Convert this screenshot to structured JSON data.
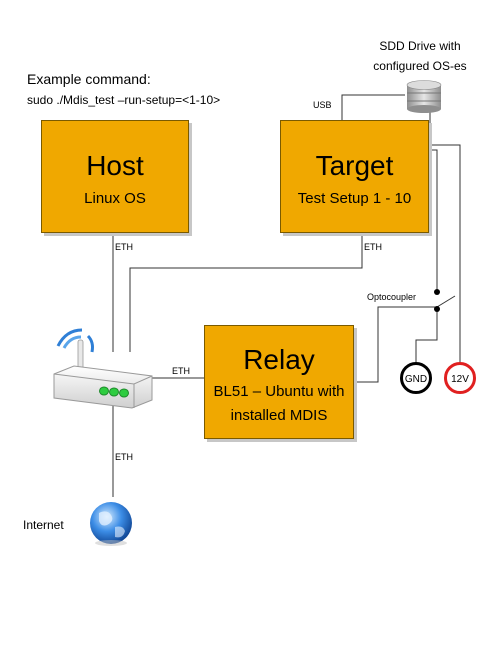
{
  "command": {
    "heading": "Example command:",
    "text": "sudo ./Mdis_test –run-setup=<1-10>"
  },
  "host": {
    "title": "Host",
    "subtitle": "Linux OS"
  },
  "target": {
    "title": "Target",
    "subtitle": "Test Setup 1 - 10"
  },
  "relay": {
    "title": "Relay",
    "line1": "BL51 – Ubuntu with",
    "line2": "installed MDIS"
  },
  "ssd": {
    "line1": "SDD Drive with",
    "line2": "configured OS-es"
  },
  "labels": {
    "usb": "USB",
    "eth_host": "ETH",
    "eth_target": "ETH",
    "eth_relay": "ETH",
    "eth_internet": "ETH",
    "optocoupler": "Optocoupler",
    "internet": "Internet"
  },
  "power": {
    "gnd": "GND",
    "v12": "12V"
  },
  "colors": {
    "box_fill": "#f0a800",
    "box_border": "#7a5a00",
    "line": "#333333",
    "v12_ring": "#e02020",
    "gnd_ring": "#000000"
  },
  "icons": {
    "router": "router-icon",
    "internet": "globe-icon",
    "drive": "database-drive-icon"
  }
}
